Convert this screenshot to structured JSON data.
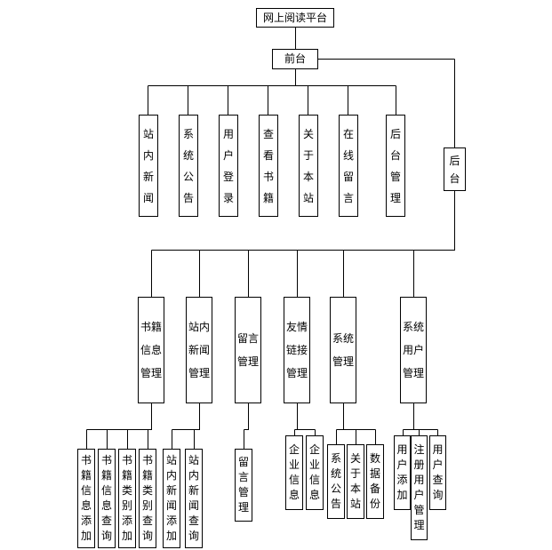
{
  "diagram": {
    "title": "网上阅读平台",
    "root": {
      "label": "网上阅读平台"
    },
    "frontend": {
      "label": "前台",
      "children": [
        {
          "label": "站内新闻"
        },
        {
          "label": "系统公告"
        },
        {
          "label": "用户登录"
        },
        {
          "label": "查看书籍"
        },
        {
          "label": "关于本站"
        },
        {
          "label": "在线留言"
        },
        {
          "label": "后台管理"
        }
      ]
    },
    "backend": {
      "label": "后台",
      "modules": [
        {
          "label": "书籍信息管理",
          "children": [
            {
              "label": "书籍信息添加"
            },
            {
              "label": "书籍信息查询"
            },
            {
              "label": "书籍类别添加"
            },
            {
              "label": "书籍类别查询"
            }
          ]
        },
        {
          "label": "站内新闻管理",
          "children": [
            {
              "label": "站内新闻添加"
            },
            {
              "label": "站内新闻查询"
            }
          ]
        },
        {
          "label": "留言管理",
          "children": [
            {
              "label": "留言管理"
            }
          ]
        },
        {
          "label": "友情链接管理",
          "children": [
            {
              "label": "企业信息"
            },
            {
              "label": "企业信息"
            }
          ]
        },
        {
          "label": "系统管理",
          "children": [
            {
              "label": "系统公告"
            },
            {
              "label": "关于本站"
            },
            {
              "label": "数据备份"
            }
          ]
        },
        {
          "label": "系统用户管理",
          "children": [
            {
              "label": "用户添加"
            },
            {
              "label": "注册用户管理"
            },
            {
              "label": "用户查询"
            }
          ]
        }
      ]
    }
  }
}
